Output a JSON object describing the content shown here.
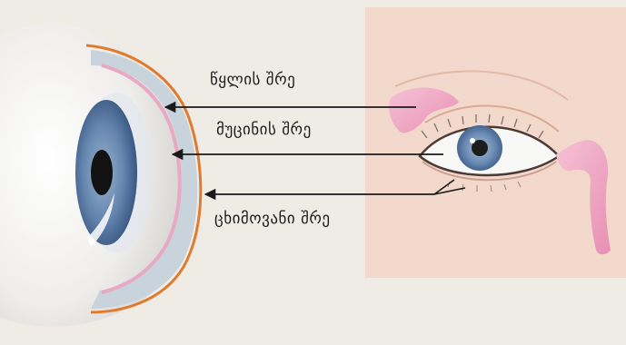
{
  "labels": {
    "tear_layer": "წყლის შრე",
    "mucin_layer": "მუცინის შრე",
    "lipid_layer": "ცხიმოვანი შრე"
  },
  "colors": {
    "background": "#efece6",
    "face_panel": "#f3d8cc",
    "sclera": "#f1f0ee",
    "tear_film": "#c9d3dc",
    "mucin": "#e8a9c2",
    "lipid": "#e07b2e",
    "iris": "#5d7ea8",
    "pupil": "#121212",
    "gland": "#f1a9c6",
    "arrow": "#1a1a1a"
  }
}
